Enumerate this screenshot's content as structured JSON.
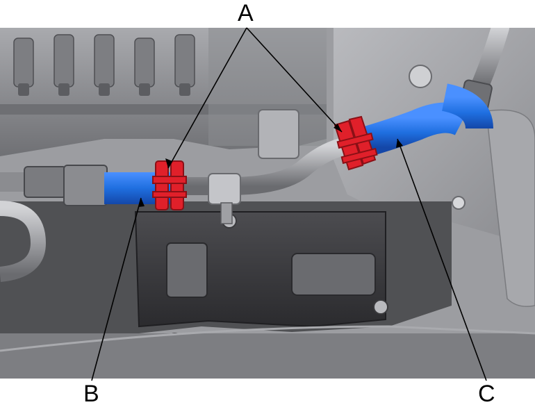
{
  "callouts": {
    "a": "A",
    "b": "B",
    "c": "C"
  },
  "colors": {
    "hose": "#1f6fe0",
    "hose_highlight": "#4a90ff",
    "clamp": "#e0202a",
    "metal_dark": "#4a4a4e",
    "metal_mid": "#8e8f93",
    "metal_light": "#c4c5c9",
    "background": "#ffffff"
  }
}
